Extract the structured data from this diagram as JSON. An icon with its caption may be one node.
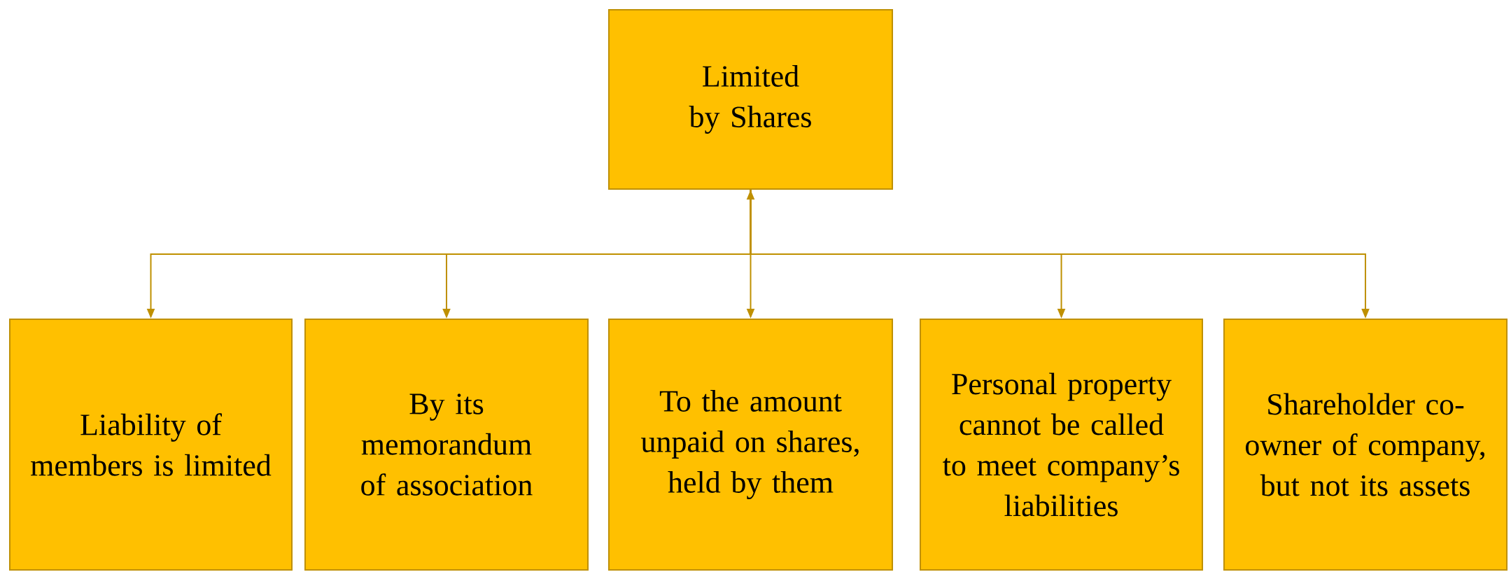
{
  "diagram": {
    "nodes": [
      {
        "text": [
          "Limited by Shares"
        ]
      },
      {
        "text": [
          "Liability of members is limited"
        ]
      },
      {
        "text": [
          "By its memorandum of association"
        ]
      },
      {
        "text": [
          "To the amount unpaid on shares, held by them"
        ]
      },
      {
        "text": [
          "Personal property cannot be called to meet company’s liabilities"
        ]
      },
      {
        "text": [
          "Shareholder co-owner of company, but not its assets"
        ]
      }
    ],
    "edges": [
      {
        "from": 0,
        "to": 1,
        "arrow": "to"
      },
      {
        "from": 0,
        "to": 2,
        "arrow": "to"
      },
      {
        "from": 0,
        "to": 3,
        "arrow": "both"
      },
      {
        "from": 0,
        "to": 4,
        "arrow": "to"
      },
      {
        "from": 0,
        "to": 5,
        "arrow": "to"
      }
    ]
  }
}
